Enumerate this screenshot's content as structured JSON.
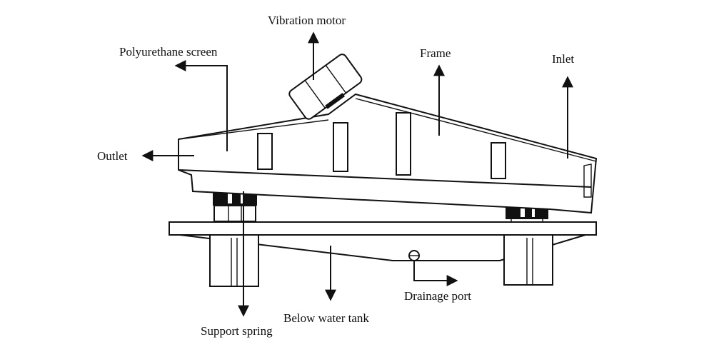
{
  "labels": {
    "vibration_motor": "Vibration motor",
    "polyurethane_screen": "Polyurethane screen",
    "frame": "Frame",
    "inlet": "Inlet",
    "outlet": "Outlet",
    "drainage_port": "Drainage port",
    "below_water_tank": "Below water tank",
    "support_spring": "Support spring"
  },
  "colors": {
    "line": "#111111",
    "background": "#ffffff"
  }
}
